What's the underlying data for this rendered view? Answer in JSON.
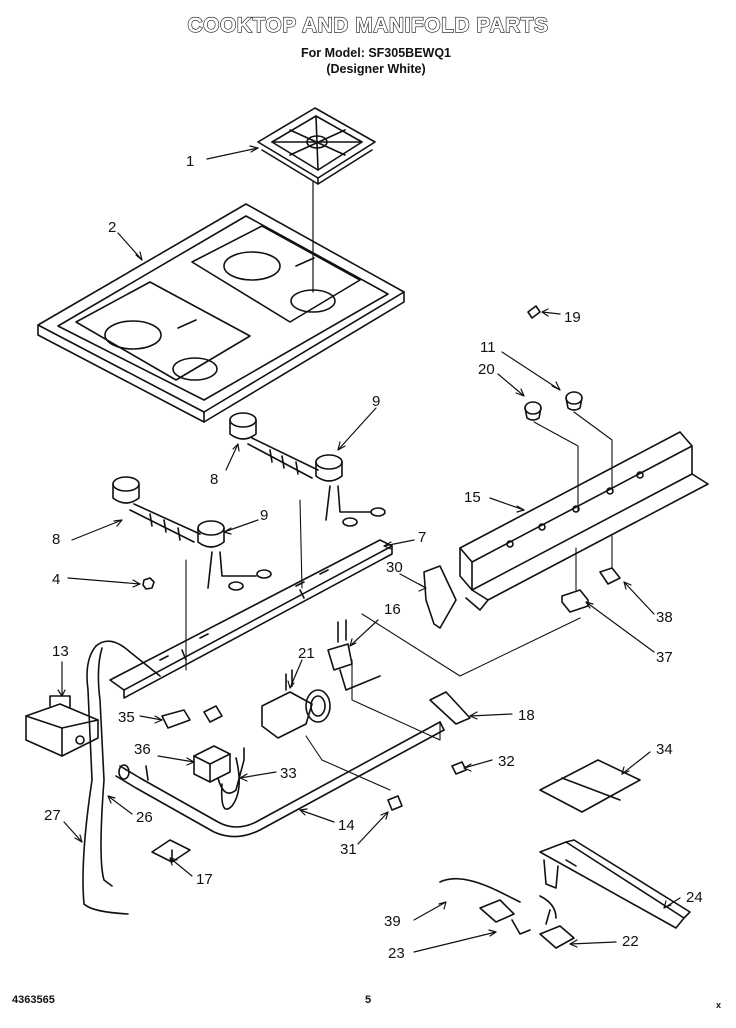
{
  "title": "COOKTOP AND MANIFOLD PARTS",
  "model_line": "For Model: SF305BEWQ1",
  "color_line": "(Designer White)",
  "footer": {
    "doc_number": "4363565",
    "page": "5",
    "mark": "x"
  },
  "callouts": [
    "1",
    "2",
    "4",
    "7",
    "8",
    "8",
    "9",
    "9",
    "11",
    "13",
    "14",
    "15",
    "16",
    "17",
    "18",
    "19",
    "20",
    "21",
    "22",
    "23",
    "24",
    "26",
    "27",
    "30",
    "31",
    "32",
    "33",
    "34",
    "35",
    "36",
    "37",
    "38",
    "39"
  ]
}
